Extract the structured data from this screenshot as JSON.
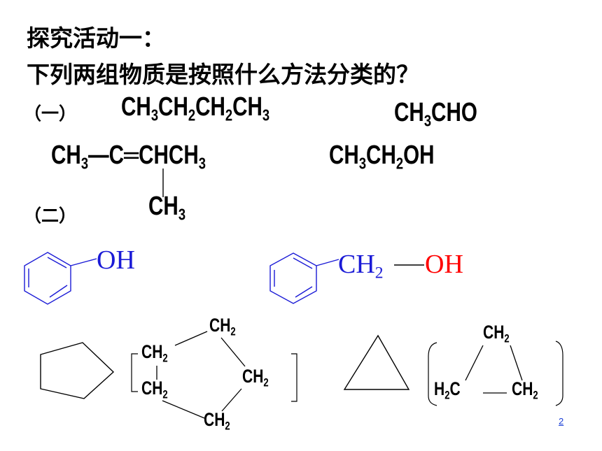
{
  "title": {
    "line1": "探究活动一：",
    "line2": "下列两组物质是按照什么方法分类的？"
  },
  "group1": {
    "label": "（一）",
    "butane": [
      "CH",
      "3",
      "CH",
      "2",
      "CH",
      "2",
      "CH",
      "3"
    ],
    "acetaldehyde": [
      "CH",
      "3",
      "CHO"
    ],
    "methylbutene_main": [
      "CH",
      "3",
      "—C",
      "═",
      "CHCH",
      "3"
    ],
    "methylbutene_branch": [
      "CH",
      "3"
    ],
    "ethanol": [
      "CH",
      "3",
      "CH",
      "2",
      "OH"
    ]
  },
  "group2": {
    "label": "（二）",
    "phenol_oh": "OH",
    "benzyl_ch2": [
      "CH",
      "2"
    ],
    "benzyl_oh": "OH",
    "cyclopentane_ch2": [
      "CH",
      "2"
    ],
    "cyclopropane_ch2_top": [
      "CH",
      "2"
    ],
    "cyclopropane_h2c": [
      "H",
      "2",
      "C"
    ],
    "cyclopropane_ch2_right": [
      "CH",
      "2"
    ]
  },
  "colors": {
    "blue": "#1a1ad6",
    "red": "#ff0000",
    "black": "#000000",
    "link": "#1a3fd6"
  },
  "page_number": "2"
}
